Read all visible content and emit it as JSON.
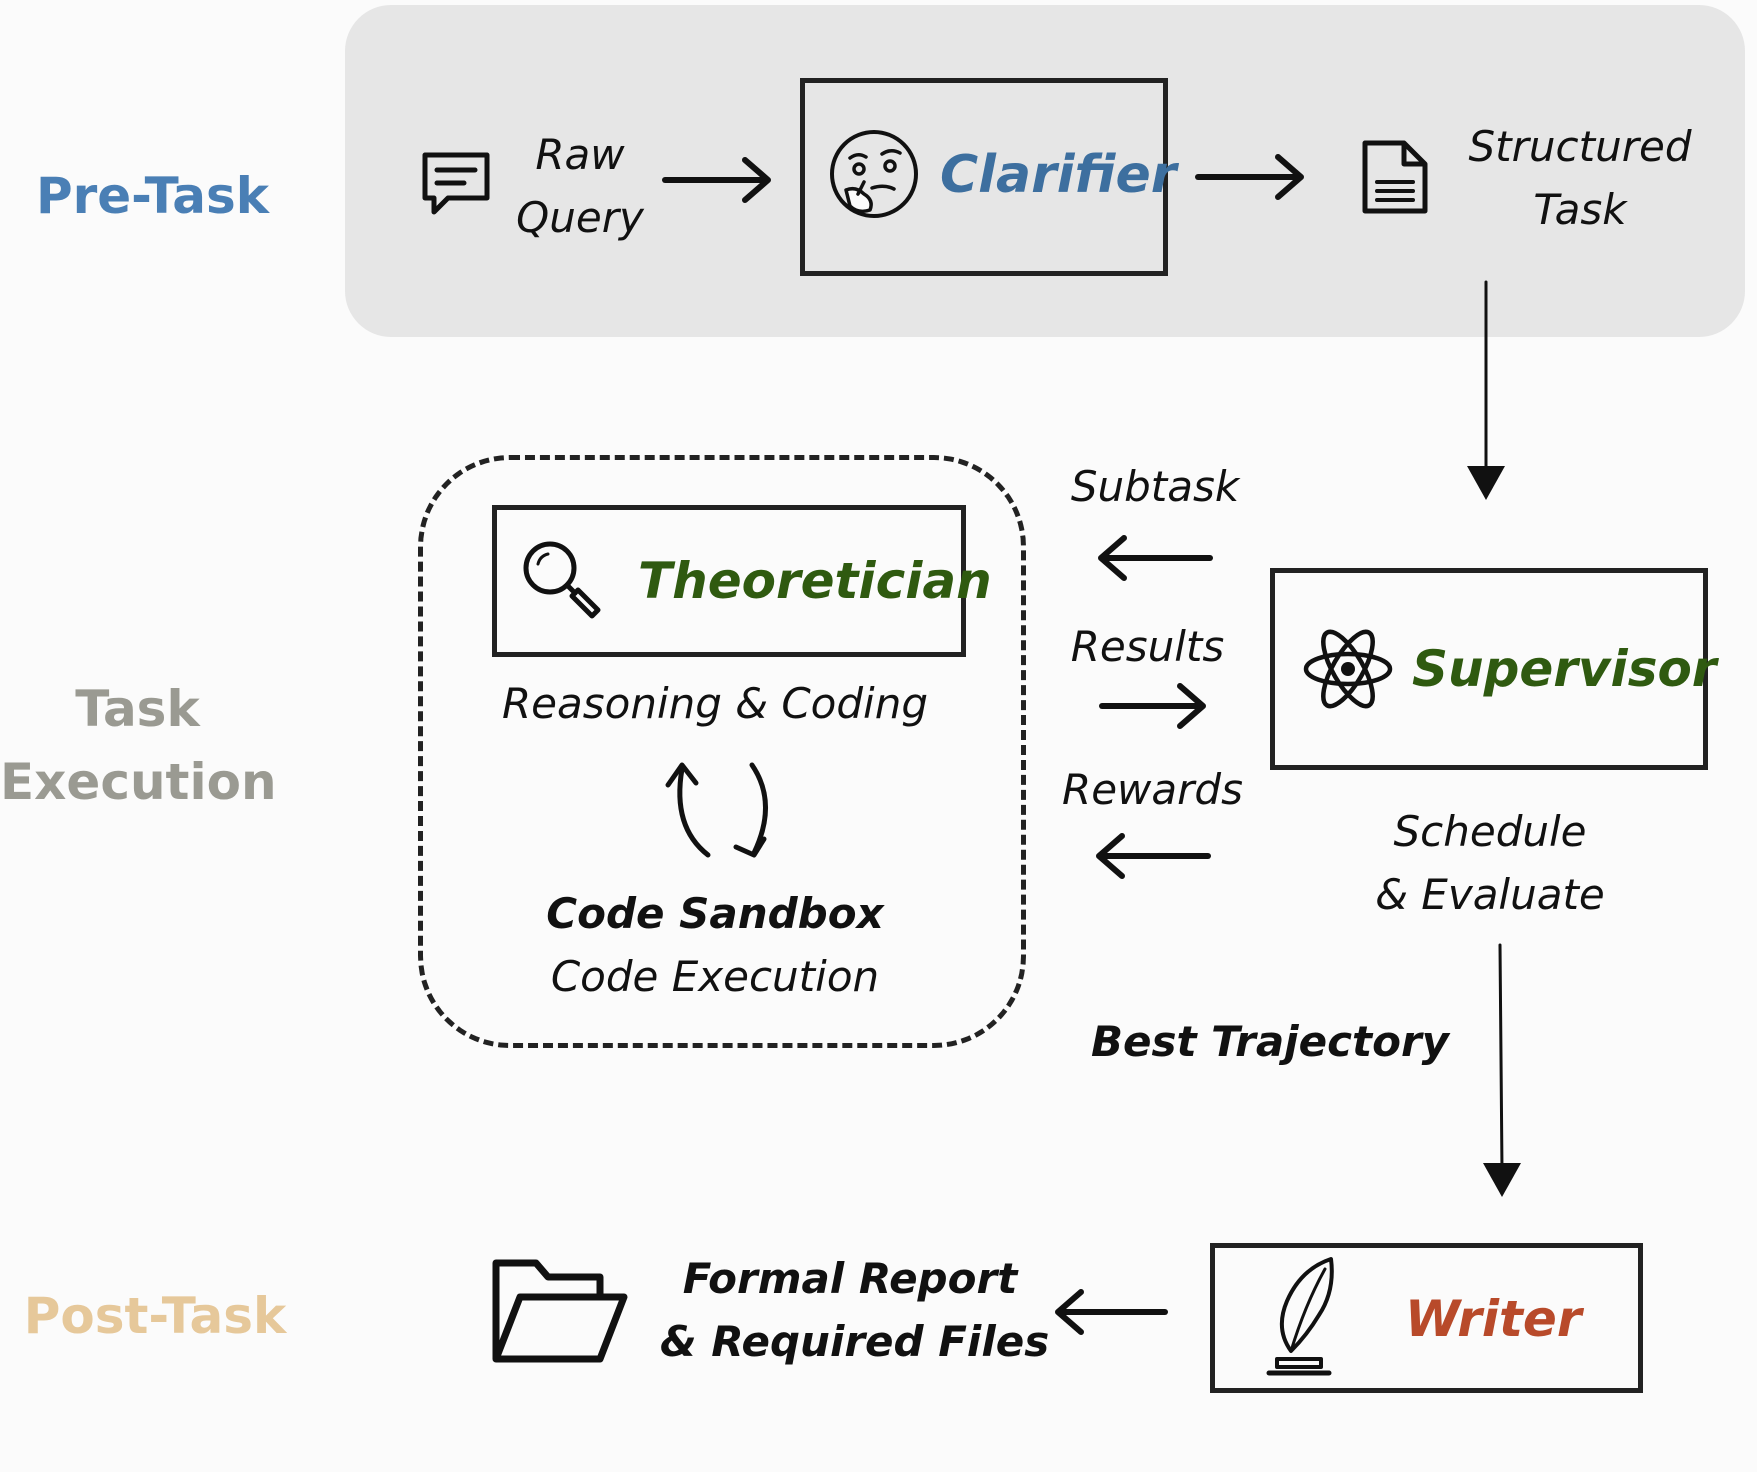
{
  "phases": {
    "pre_task": "Pre-Task",
    "task_execution": [
      "Task",
      "Execution"
    ],
    "post_task": "Post-Task"
  },
  "pre_task": {
    "raw_query": [
      "Raw",
      "Query"
    ],
    "structured_task": [
      "Structured",
      "Task"
    ]
  },
  "agents": {
    "clarifier": "Clarifier",
    "theoretician": "Theoretician",
    "supervisor": "Supervisor",
    "writer": "Writer"
  },
  "execution": {
    "reasoning_coding": "Reasoning & Coding",
    "code_sandbox": "Code Sandbox",
    "code_execution": "Code Execution",
    "subtask": "Subtask",
    "results": "Results",
    "rewards": "Rewards",
    "schedule_evaluate": [
      "Schedule",
      "& Evaluate"
    ],
    "best_trajectory": "Best Trajectory"
  },
  "post_task": {
    "output": [
      "Formal Report",
      "& Required Files"
    ]
  },
  "colors": {
    "pre_task": "#4a7fb5",
    "task_execution": "#9a9a92",
    "post_task": "#e6c89a",
    "clarifier": "#3d6f9f",
    "theoretician": "#2f5a10",
    "supervisor": "#2f5a10",
    "writer": "#b84a2a"
  },
  "icons": {
    "raw_query": "chat-bubble-icon",
    "clarifier": "thinking-face-icon",
    "structured_task": "document-icon",
    "theoretician": "magnifier-icon",
    "loop": "refresh-cycle-icon",
    "supervisor": "atom-icon",
    "writer": "quill-inkwell-icon",
    "output": "open-folder-icon"
  }
}
